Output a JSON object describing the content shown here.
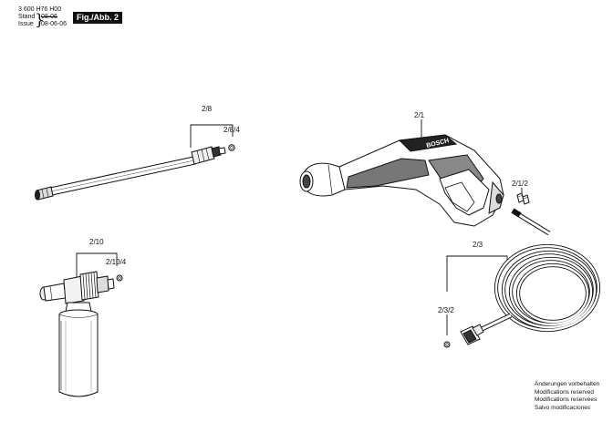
{
  "header": {
    "drawing_number": "3 600 H76 H00",
    "stand_label": "Stand",
    "stand_value": "08-06",
    "issue_label": "Issue",
    "issue_value": "08-06-06",
    "fig_label": "Fig./Abb. 2"
  },
  "parts": {
    "lance_group": "2/8",
    "lance_seal": "2/8/4",
    "nozzle_group": "2/10",
    "nozzle_seal": "2/10/4",
    "gun": "2/1",
    "gun_screws": "2/1/2",
    "hose_group": "2/3",
    "hose_seal": "2/3/2"
  },
  "gun_brand": "BOSCH",
  "modification_notes": [
    "Änderungen vorbehalten",
    "Modifications reserved",
    "Modifications reservées",
    "Salvo modificaciones"
  ]
}
